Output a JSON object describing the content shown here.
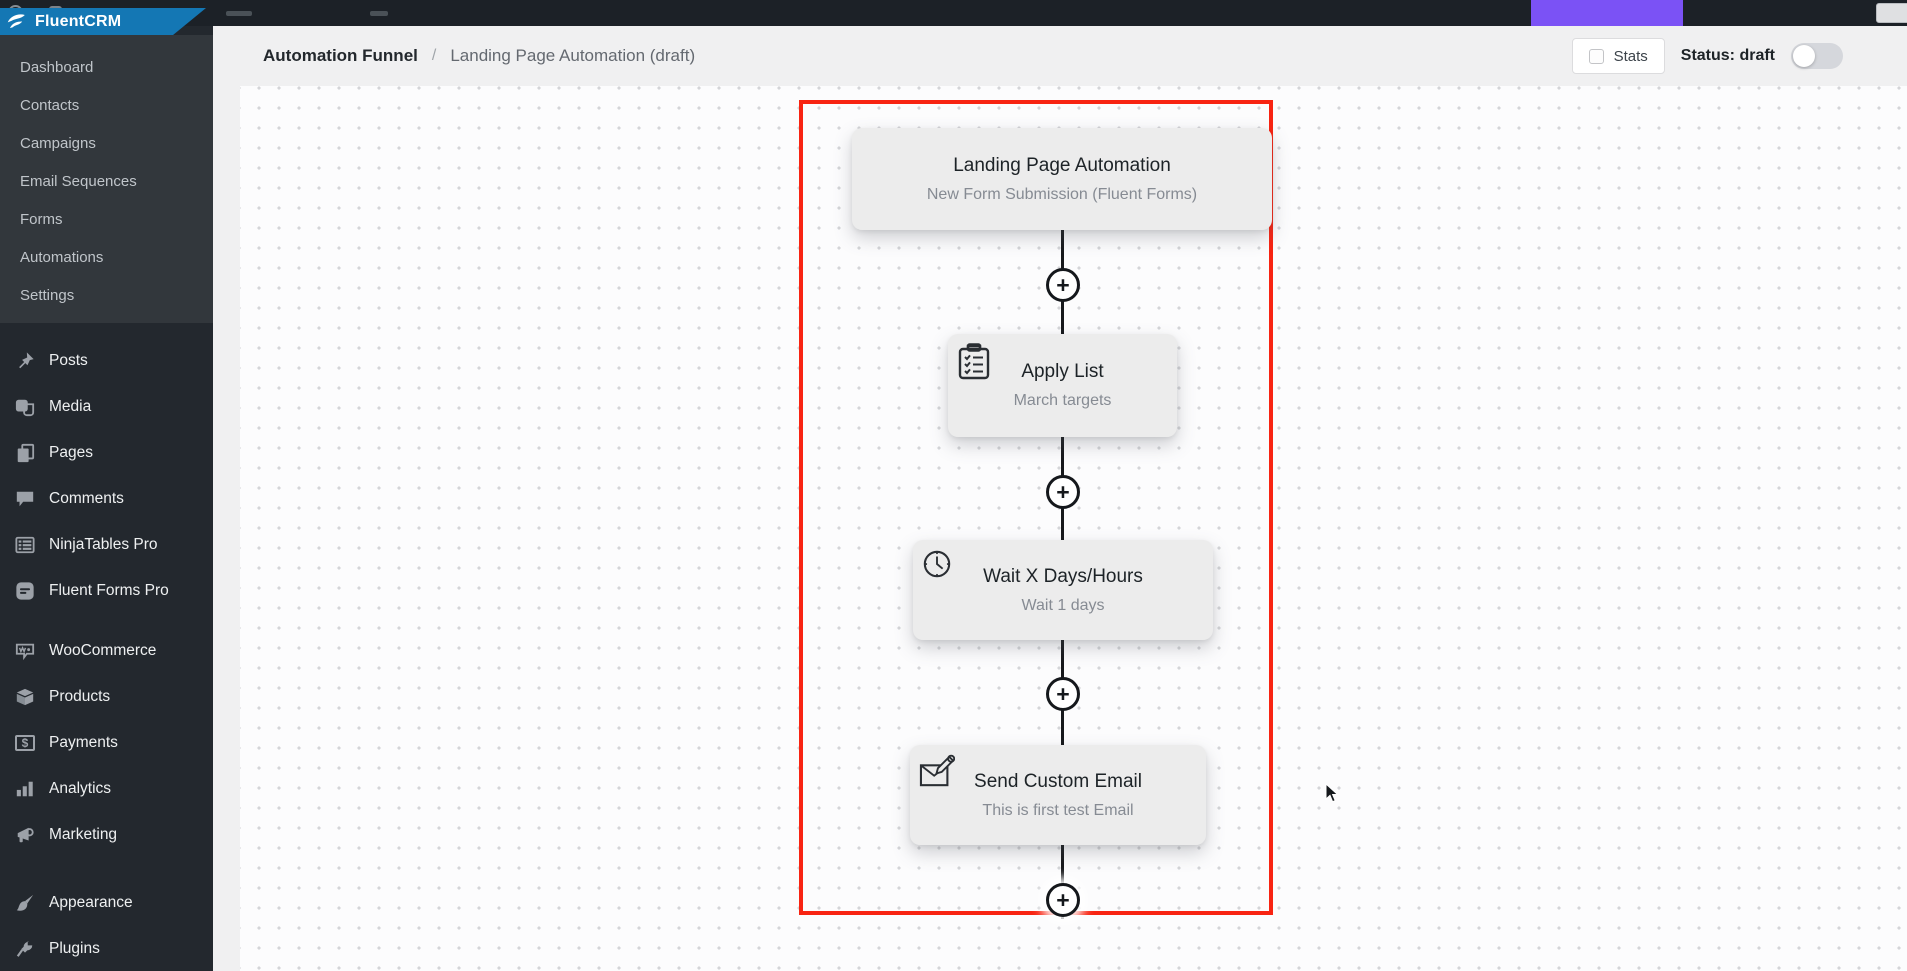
{
  "colors": {
    "admin_bar_bg": "#1c2127",
    "accent_purple": "#7b52f5",
    "fluentcrm_blue": "#1477b4",
    "sidebar_bg": "#23282e",
    "sidebar_submenu_bg": "#32373c",
    "selection_red": "#f82412",
    "canvas_bg": "#fcfcfd",
    "card_bg": "#ececec",
    "header_bg": "#f0f0f1"
  },
  "brand": {
    "name": "FluentCRM"
  },
  "sidebar": {
    "submenu": [
      "Dashboard",
      "Contacts",
      "Campaigns",
      "Email Sequences",
      "Forms",
      "Automations",
      "Settings"
    ],
    "items": [
      {
        "label": "Posts",
        "icon": "pushpin-icon"
      },
      {
        "label": "Media",
        "icon": "media-icon"
      },
      {
        "label": "Pages",
        "icon": "pages-icon"
      },
      {
        "label": "Comments",
        "icon": "comment-bubble-icon"
      },
      {
        "label": "NinjaTables Pro",
        "icon": "table-icon"
      },
      {
        "label": "Fluent Forms Pro",
        "icon": "form-lines-icon"
      },
      {
        "label": "WooCommerce",
        "icon": "woo-badge-icon"
      },
      {
        "label": "Products",
        "icon": "box-icon"
      },
      {
        "label": "Payments",
        "icon": "dollar-card-icon",
        "glyph": "$"
      },
      {
        "label": "Analytics",
        "icon": "bar-chart-icon"
      },
      {
        "label": "Marketing",
        "icon": "megaphone-icon"
      },
      {
        "label": "Appearance",
        "icon": "paintbrush-icon"
      },
      {
        "label": "Plugins",
        "icon": "plug-icon"
      }
    ]
  },
  "header": {
    "breadcrumb": {
      "root": "Automation Funnel",
      "separator": "/",
      "current": "Landing Page Automation (draft)"
    },
    "stats_label": "Stats",
    "status_label": "Status: draft",
    "status_toggle_state": "off"
  },
  "canvas": {
    "trigger": {
      "title": "Landing Page Automation",
      "subtitle": "New Form Submission (Fluent Forms)"
    },
    "steps": [
      {
        "icon": "checklist-clipboard-icon",
        "title": "Apply List",
        "subtitle": "March targets"
      },
      {
        "icon": "clock-icon",
        "title": "Wait X Days/Hours",
        "subtitle": "Wait 1 days"
      },
      {
        "icon": "email-compose-icon",
        "title": "Send Custom Email",
        "subtitle": "This is first test Email"
      }
    ],
    "add_button_symbol": "+"
  }
}
